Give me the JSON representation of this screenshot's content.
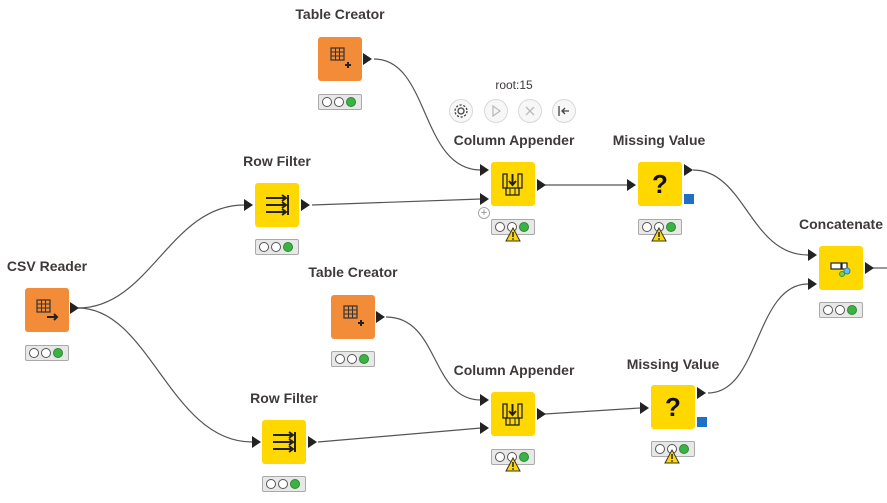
{
  "workflow": {
    "selection_label": "root:15",
    "nodes": [
      {
        "id": "csv-reader",
        "label": "CSV Reader",
        "type": "source",
        "color": "#f28c38",
        "icon": "table-arrow-icon",
        "status": [
          "off",
          "off",
          "green"
        ],
        "warning": false
      },
      {
        "id": "row-filter-1",
        "label": "Row Filter",
        "type": "manipulator",
        "color": "#ffd800",
        "icon": "filter-arrows-icon",
        "status": [
          "off",
          "off",
          "green"
        ],
        "warning": false
      },
      {
        "id": "row-filter-2",
        "label": "Row Filter",
        "type": "manipulator",
        "color": "#ffd800",
        "icon": "filter-arrows-icon",
        "status": [
          "off",
          "off",
          "green"
        ],
        "warning": false
      },
      {
        "id": "table-creator-1",
        "label": "Table Creator",
        "type": "source",
        "color": "#f28c38",
        "icon": "table-plus-icon",
        "status": [
          "off",
          "off",
          "green"
        ],
        "warning": false
      },
      {
        "id": "table-creator-2",
        "label": "Table Creator",
        "type": "source",
        "color": "#f28c38",
        "icon": "table-plus-icon",
        "status": [
          "off",
          "off",
          "green"
        ],
        "warning": false
      },
      {
        "id": "column-appender-1",
        "label": "Column Appender",
        "type": "manipulator",
        "color": "#ffd800",
        "icon": "column-append-icon",
        "status": [
          "off",
          "off",
          "green"
        ],
        "warning": true
      },
      {
        "id": "column-appender-2",
        "label": "Column Appender",
        "type": "manipulator",
        "color": "#ffd800",
        "icon": "column-append-icon",
        "status": [
          "off",
          "off",
          "green"
        ],
        "warning": true
      },
      {
        "id": "missing-value-1",
        "label": "Missing Value",
        "type": "manipulator",
        "color": "#ffd800",
        "icon": "question-icon",
        "status": [
          "off",
          "off",
          "green"
        ],
        "warning": true
      },
      {
        "id": "missing-value-2",
        "label": "Missing Value",
        "type": "manipulator",
        "color": "#ffd800",
        "icon": "question-icon",
        "status": [
          "off",
          "off",
          "green"
        ],
        "warning": true
      },
      {
        "id": "concatenate",
        "label": "Concatenate",
        "type": "manipulator",
        "color": "#ffd800",
        "icon": "concatenate-icon",
        "status": [
          "off",
          "off",
          "green"
        ],
        "warning": false
      }
    ],
    "actions": [
      {
        "name": "configure",
        "icon": "gear-icon"
      },
      {
        "name": "execute",
        "icon": "play-icon"
      },
      {
        "name": "cancel",
        "icon": "close-icon"
      },
      {
        "name": "reset",
        "icon": "reset-icon"
      }
    ]
  }
}
